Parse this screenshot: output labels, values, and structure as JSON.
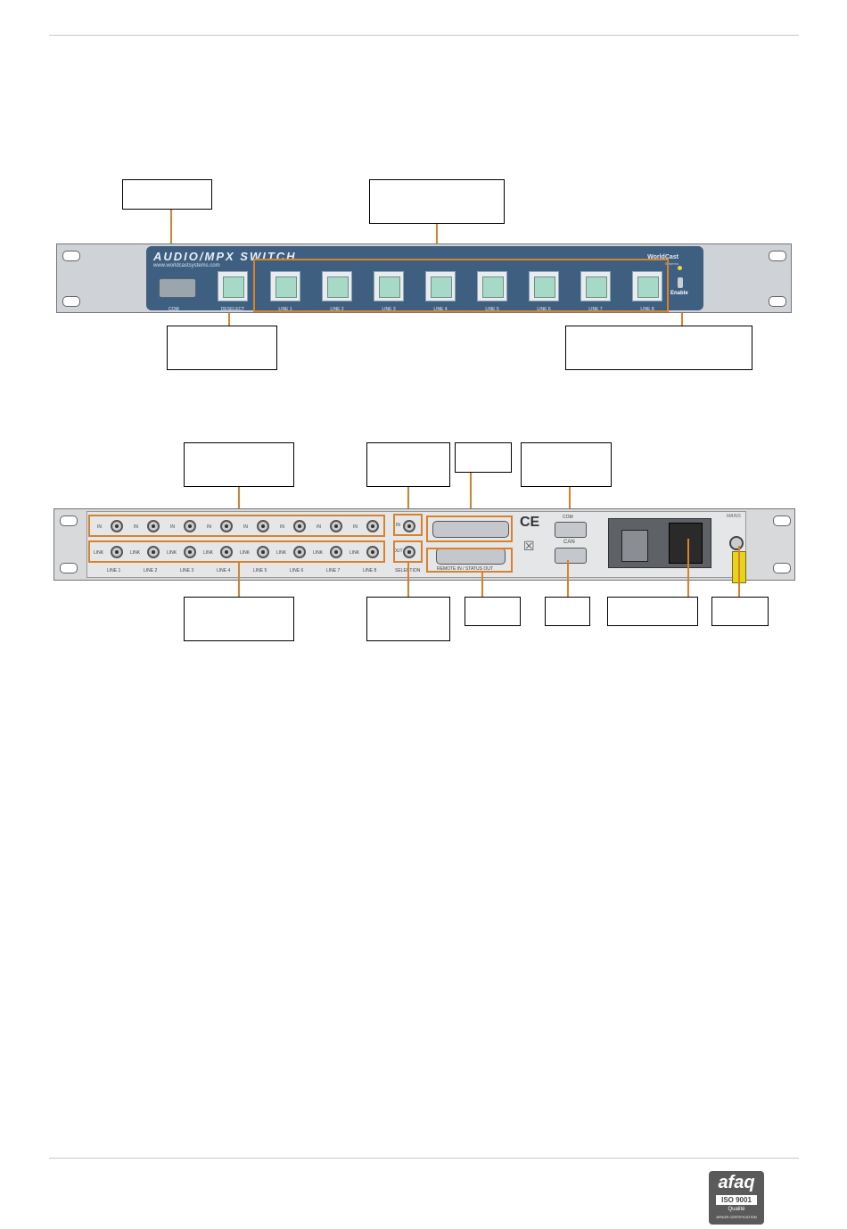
{
  "front_panel": {
    "title": "AUDIO/MPX SWITCH",
    "website": "www.worldcastsystems.com",
    "brand": "WorldCast",
    "brand_sub": "Systems",
    "com_label": "COM",
    "button_labels": [
      "DESELECT",
      "LINE 1",
      "LINE 2",
      "LINE 3",
      "LINE 4",
      "LINE 5",
      "LINE 6",
      "LINE 7",
      "LINE 8"
    ],
    "enable_label": "Enable"
  },
  "rear_panel": {
    "in_label": "IN",
    "link_label": "LINK",
    "out_label": "OUT",
    "line_labels": [
      "LINE 1",
      "LINE 2",
      "LINE 3",
      "LINE 4",
      "LINE 5",
      "LINE 6",
      "LINE 7",
      "LINE 8"
    ],
    "selection_label": "SELECTION",
    "remote_label": "REMOTE IN / STATUS OUT",
    "ce_mark": "CE",
    "com_label": "COM",
    "can_label": "CAN",
    "mains_label": "MAINS"
  },
  "footer_logo": {
    "name": "afaq",
    "standard": "ISO 9001",
    "quality": "Qualité",
    "certification": "AFNOR CERTIFICATION"
  },
  "colors": {
    "accent": "#d9822b",
    "front_face": "#3f5f80",
    "button_face": "#a6d9c6"
  }
}
